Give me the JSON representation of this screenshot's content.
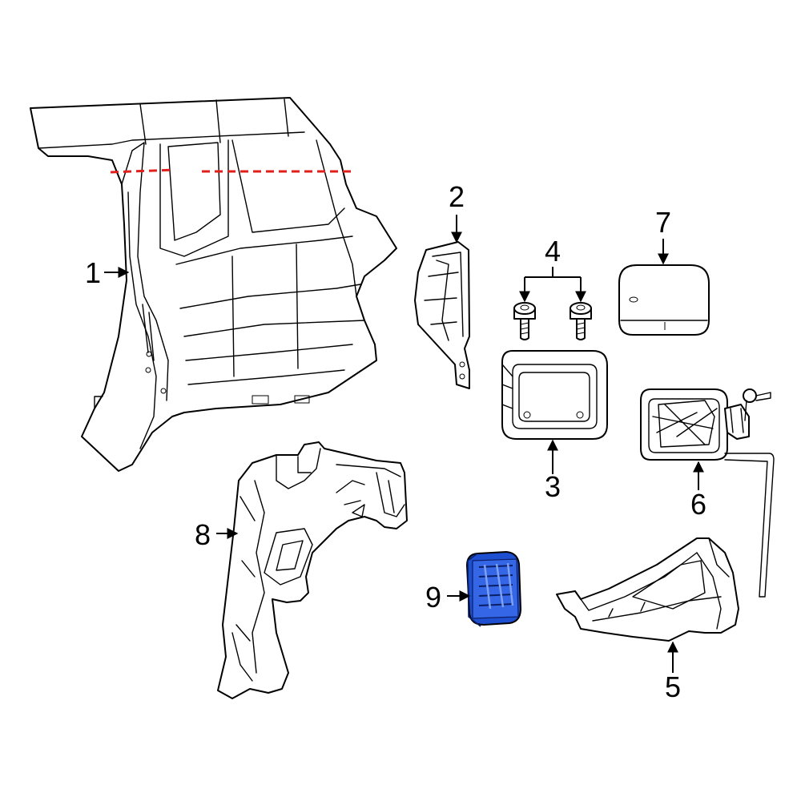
{
  "callouts": {
    "c1": "1",
    "c2": "2",
    "c3": "3",
    "c4": "4",
    "c5": "5",
    "c6": "6",
    "c7": "7",
    "c8": "8",
    "c9": "9"
  },
  "colors": {
    "line": "#000000",
    "cut_line": "#e0201c",
    "highlight_part": "#1f4fd1",
    "background": "#ffffff"
  }
}
